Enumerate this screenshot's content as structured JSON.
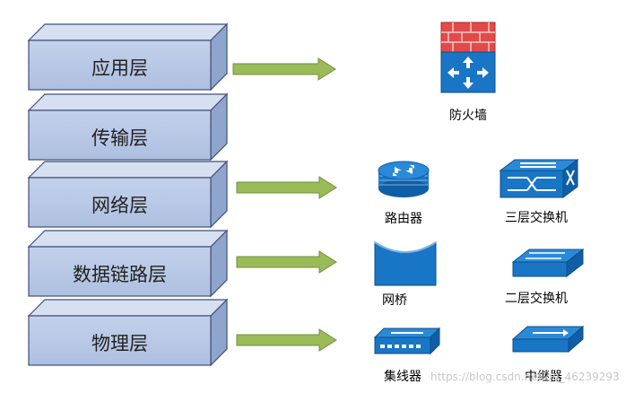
{
  "layers": [
    {
      "label": "应用层"
    },
    {
      "label": "传输层"
    },
    {
      "label": "网络层"
    },
    {
      "label": "数据链路层"
    },
    {
      "label": "物理层"
    }
  ],
  "devices": {
    "firewall": "防火墙",
    "router": "路由器",
    "l3switch": "三层交换机",
    "bridge": "网桥",
    "l2switch": "二层交换机",
    "hub": "集线器",
    "repeater": "中继器"
  },
  "watermark": "https://blog.csdn.net/qq_46239293",
  "colors": {
    "layer_front": "#b9c9e6",
    "layer_top": "#d6e0f1",
    "layer_side": "#8fa5cc",
    "layer_border": "#3f4f7a",
    "arrow_fill": "#9bbb59",
    "device_blue": "#1976c6",
    "firewall_brick": "#e24a4a"
  }
}
